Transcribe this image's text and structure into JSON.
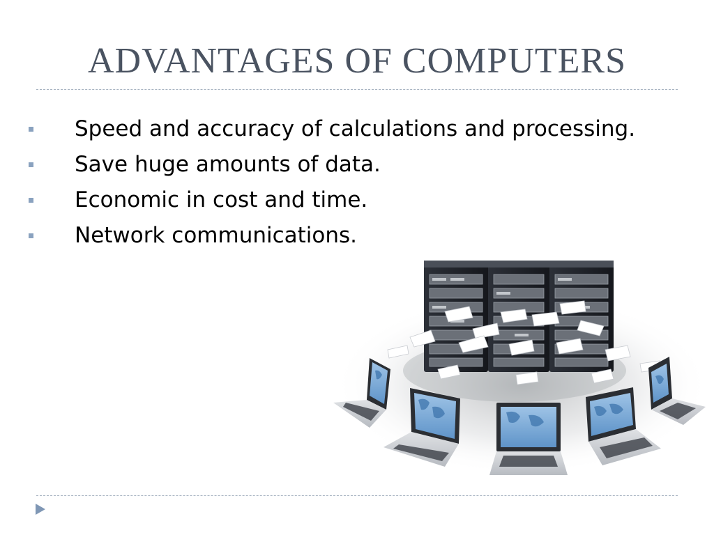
{
  "slide": {
    "title": "ADVANTAGES OF COMPUTERS",
    "bullets": [
      "Speed and accuracy of calculations and processing.",
      "Save huge amounts of data.",
      "Economic in cost and time.",
      "Network communications."
    ]
  },
  "theme": {
    "title_color": "#4a5361",
    "text_color": "#000000",
    "bullet_color": "#8aa2bf",
    "divider_color": "#a7b3c1",
    "nav_arrow_color": "#7f97b5"
  },
  "illustration": {
    "icon": "server-network-illustration-icon"
  },
  "navigation": {
    "icon": "next-slide-arrow-icon"
  }
}
